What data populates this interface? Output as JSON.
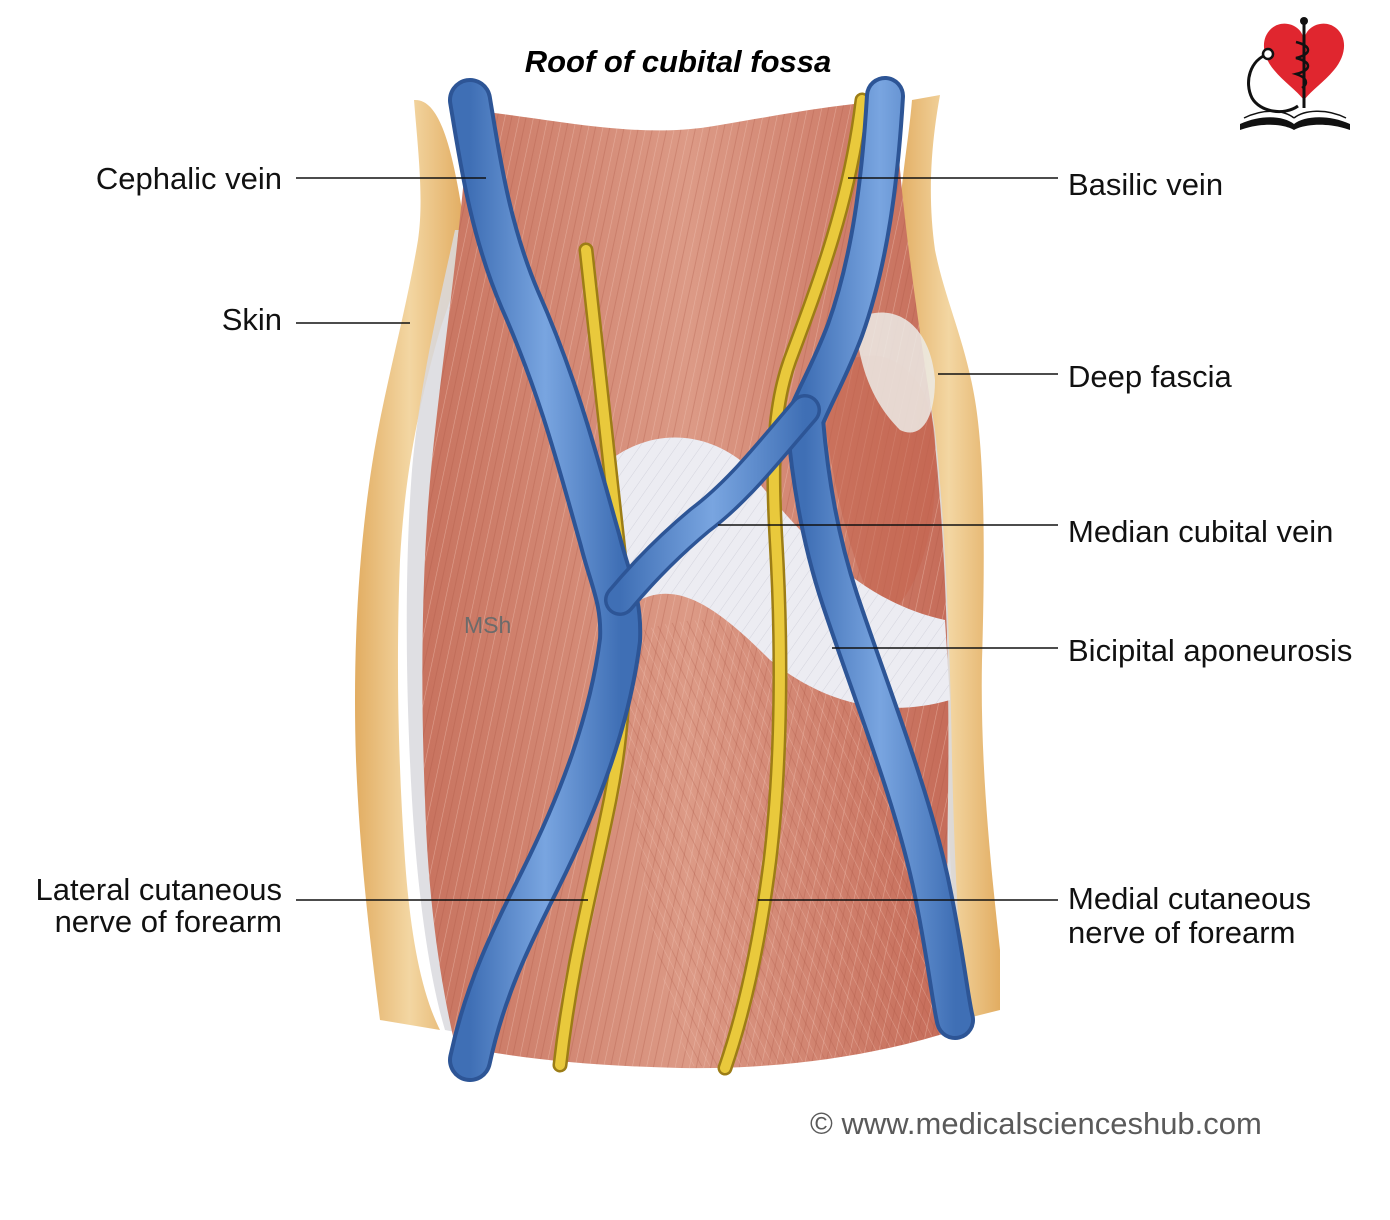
{
  "title": "Roof of cubital fossa",
  "labels": {
    "cephalic_vein": "Cephalic vein",
    "skin": "Skin",
    "lateral_cutaneous_line1": "Lateral cutaneous",
    "lateral_cutaneous_line2": "nerve of forearm",
    "basilic_vein": "Basilic vein",
    "deep_fascia": "Deep fascia",
    "median_cubital_vein": "Median cubital vein",
    "bicipital_aponeurosis": "Bicipital aponeurosis",
    "medial_cutaneous_line1": "Medial cutaneous",
    "medial_cutaneous_line2": "nerve of forearm"
  },
  "watermark": "MSh",
  "copyright": "© www.medicalscienceshub.com",
  "colors": {
    "skin": "#ecc07d",
    "muscle": "#cf7f6e",
    "vein": "#5f8fd0",
    "nerve": "#e6c233",
    "aponeurosis": "#e8e8ee",
    "logo_heart": "#e0262f"
  }
}
